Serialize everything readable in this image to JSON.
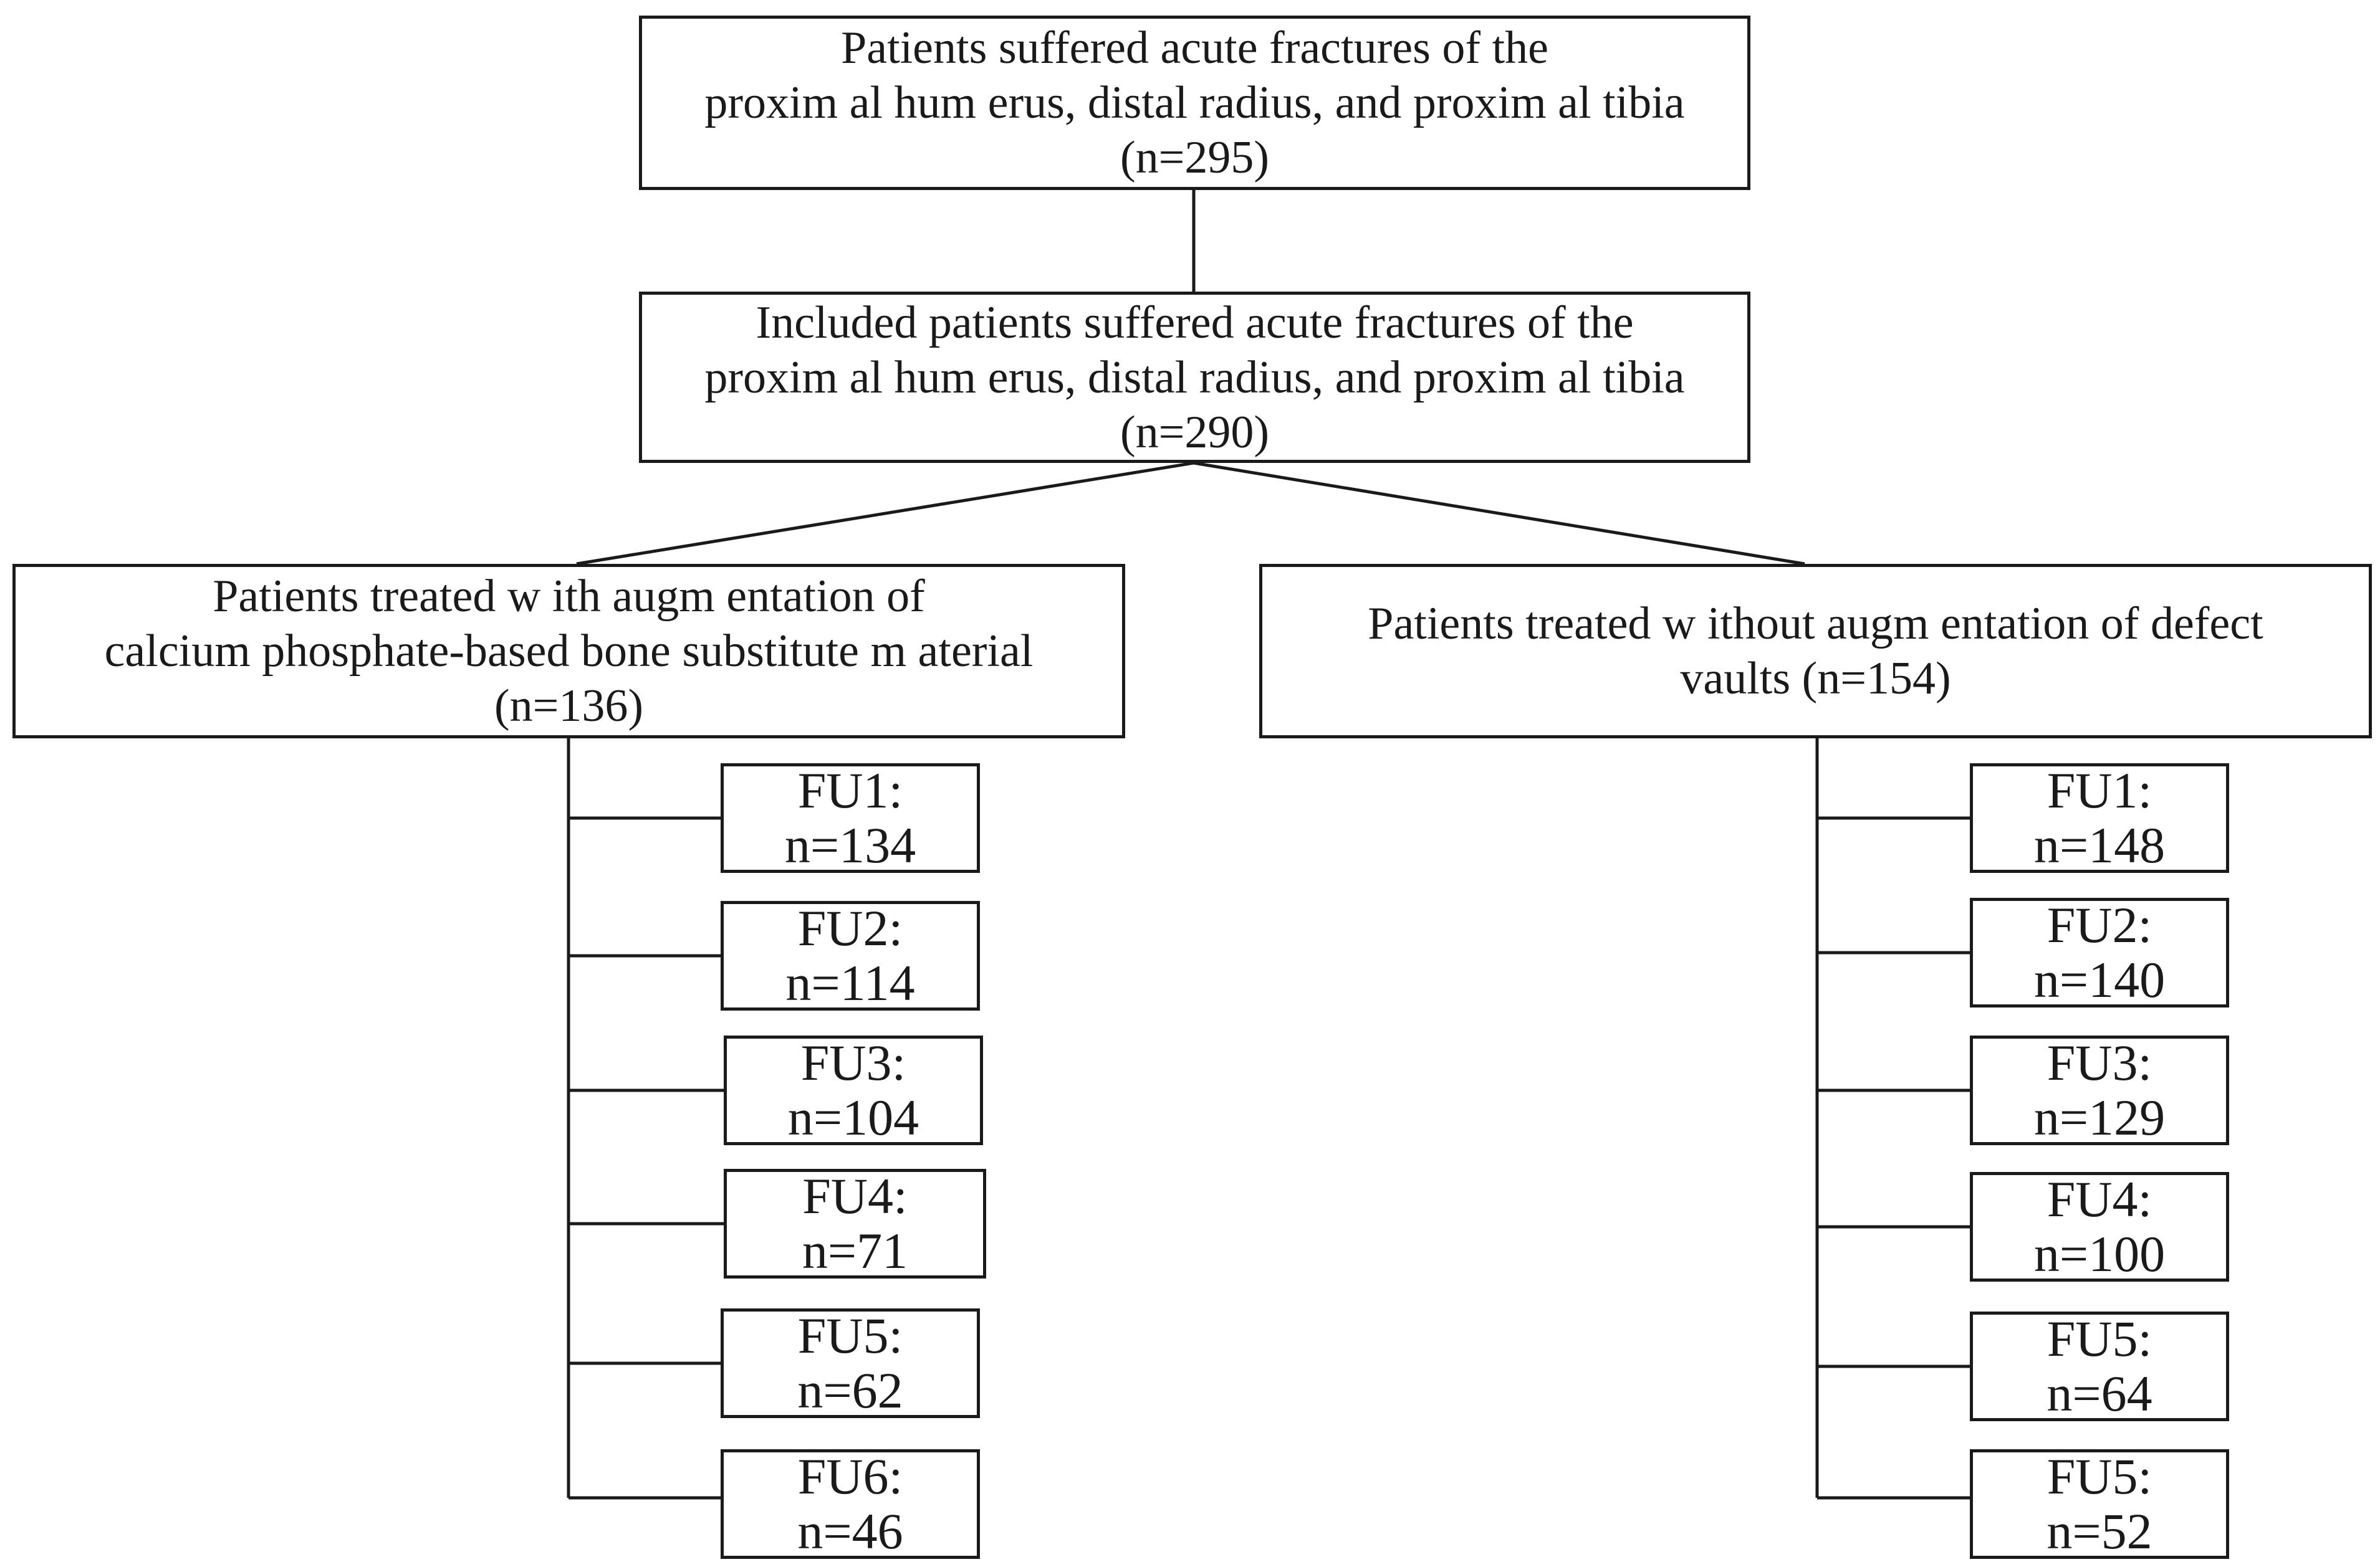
{
  "top": {
    "lines": [
      "Patients suffered acute fractures of the",
      "proxim al hum erus, distal radius, and proxim al tibia",
      "(n=295)"
    ]
  },
  "included": {
    "lines": [
      "Included patients suffered acute fractures of the",
      "proxim al hum erus, distal radius, and proxim al tibia",
      "(n=290)"
    ]
  },
  "left_group": {
    "lines": [
      "Patients treated w ith augm entation of",
      "calcium phosphate-based bone substitute m aterial",
      "(n=136)"
    ],
    "followups": [
      {
        "label": "FU1:",
        "n": "n=134"
      },
      {
        "label": "FU2:",
        "n": "n=114"
      },
      {
        "label": "FU3:",
        "n": "n=104"
      },
      {
        "label": "FU4:",
        "n": "n=71"
      },
      {
        "label": "FU5:",
        "n": "n=62"
      },
      {
        "label": "FU6:",
        "n": "n=46"
      }
    ]
  },
  "right_group": {
    "lines": [
      "Patients treated w ithout augm entation of defect",
      "vaults (n=154)"
    ],
    "followups": [
      {
        "label": "FU1:",
        "n": "n=148"
      },
      {
        "label": "FU2:",
        "n": "n=140"
      },
      {
        "label": "FU3:",
        "n": "n=129"
      },
      {
        "label": "FU4:",
        "n": "n=100"
      },
      {
        "label": "FU5:",
        "n": "n=64"
      },
      {
        "label": "FU5:",
        "n": "n=52"
      }
    ]
  },
  "colors": {
    "stroke": "#1a1a1a",
    "background": "#ffffff"
  }
}
